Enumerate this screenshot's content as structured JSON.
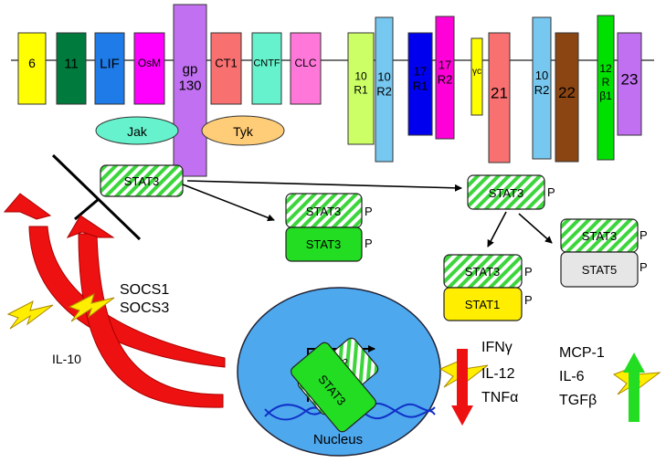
{
  "receptors": [
    {
      "label": "6",
      "color": "#FFFF00"
    },
    {
      "label": "11",
      "color": "#007A3D"
    },
    {
      "label": "LIF",
      "color": "#1E7BE8"
    },
    {
      "label": "OsM",
      "color": "#FF00FF"
    },
    {
      "label": "gp\n130",
      "color": "#C070F0"
    },
    {
      "label": "CT1",
      "color": "#F87070"
    },
    {
      "label": "CNTF",
      "color": "#66F2CC"
    },
    {
      "label": "CLC",
      "color": "#FF77D9"
    },
    {
      "label": "10\nR1",
      "color": "#CCFF66"
    },
    {
      "label": "10\nR2",
      "color": "#77C8F0"
    },
    {
      "label": "17\nR1",
      "color": "#0000EE"
    },
    {
      "label": "17\nR2",
      "color": "#FF00D8"
    },
    {
      "label": "γc",
      "color": "#FFFF00"
    },
    {
      "label": "21",
      "color": "#F87070"
    },
    {
      "label": "10\nR2",
      "color": "#77C8F0"
    },
    {
      "label": "22",
      "color": "#8B4513"
    },
    {
      "label": "12\nR\nβ1",
      "color": "#00E000"
    },
    {
      "label": "23",
      "color": "#C070F0"
    }
  ],
  "kinases": [
    {
      "label": "Jak",
      "color": "#66F2CC"
    },
    {
      "label": "Tyk",
      "color": "#FFCC77"
    }
  ],
  "stat": {
    "stat3": "STAT3",
    "stat1": "STAT1",
    "stat5": "STAT5",
    "phospho": "P"
  },
  "socs": [
    "SOCS1",
    "SOCS3"
  ],
  "il10_label": "IL-10",
  "nucleus_label": "Nucleus",
  "downregulated": [
    "IFNγ",
    "IL-12",
    "TNFα"
  ],
  "upregulated": [
    "MCP-1",
    "IL-6",
    "TGFβ"
  ],
  "colors": {
    "stat_green": "#22DD22",
    "stat1_yellow": "#FFEE00",
    "stat5_grey": "#E6E6E6",
    "nucleus": "#4DA8EE",
    "inhibit_red": "#EE1111",
    "induce_green": "#22DD22",
    "bolt": "#FFEE00"
  }
}
